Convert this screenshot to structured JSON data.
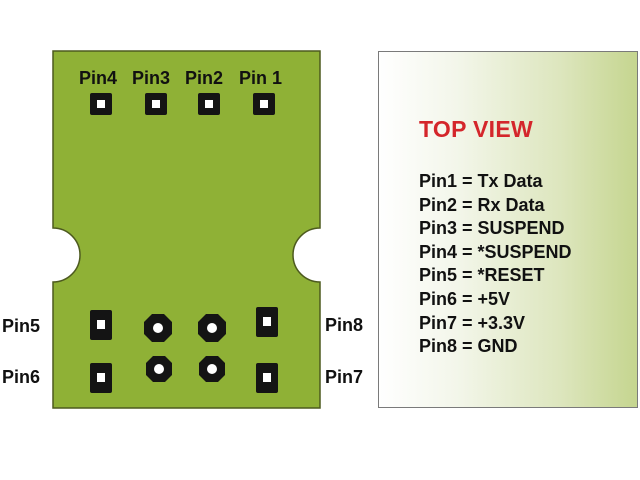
{
  "colors": {
    "board": "#8fb136",
    "board_border": "#4d5a1f",
    "pad": "#141414",
    "pad_hole": "#ffffff",
    "title": "#d4262b"
  },
  "top_pins": [
    "Pin4",
    "Pin3",
    "Pin2",
    "Pin 1"
  ],
  "side_pins": {
    "left_upper": "Pin5",
    "left_lower": "Pin6",
    "right_upper": "Pin8",
    "right_lower": "Pin7"
  },
  "legend": {
    "title": "TOP VIEW",
    "items": [
      "Pin1 = Tx Data",
      "Pin2 = Rx Data",
      "Pin3 = SUSPEND",
      "Pin4 = *SUSPEND",
      "Pin5 = *RESET",
      "Pin6 = +5V",
      "Pin7 = +3.3V",
      "Pin8 = GND"
    ]
  }
}
